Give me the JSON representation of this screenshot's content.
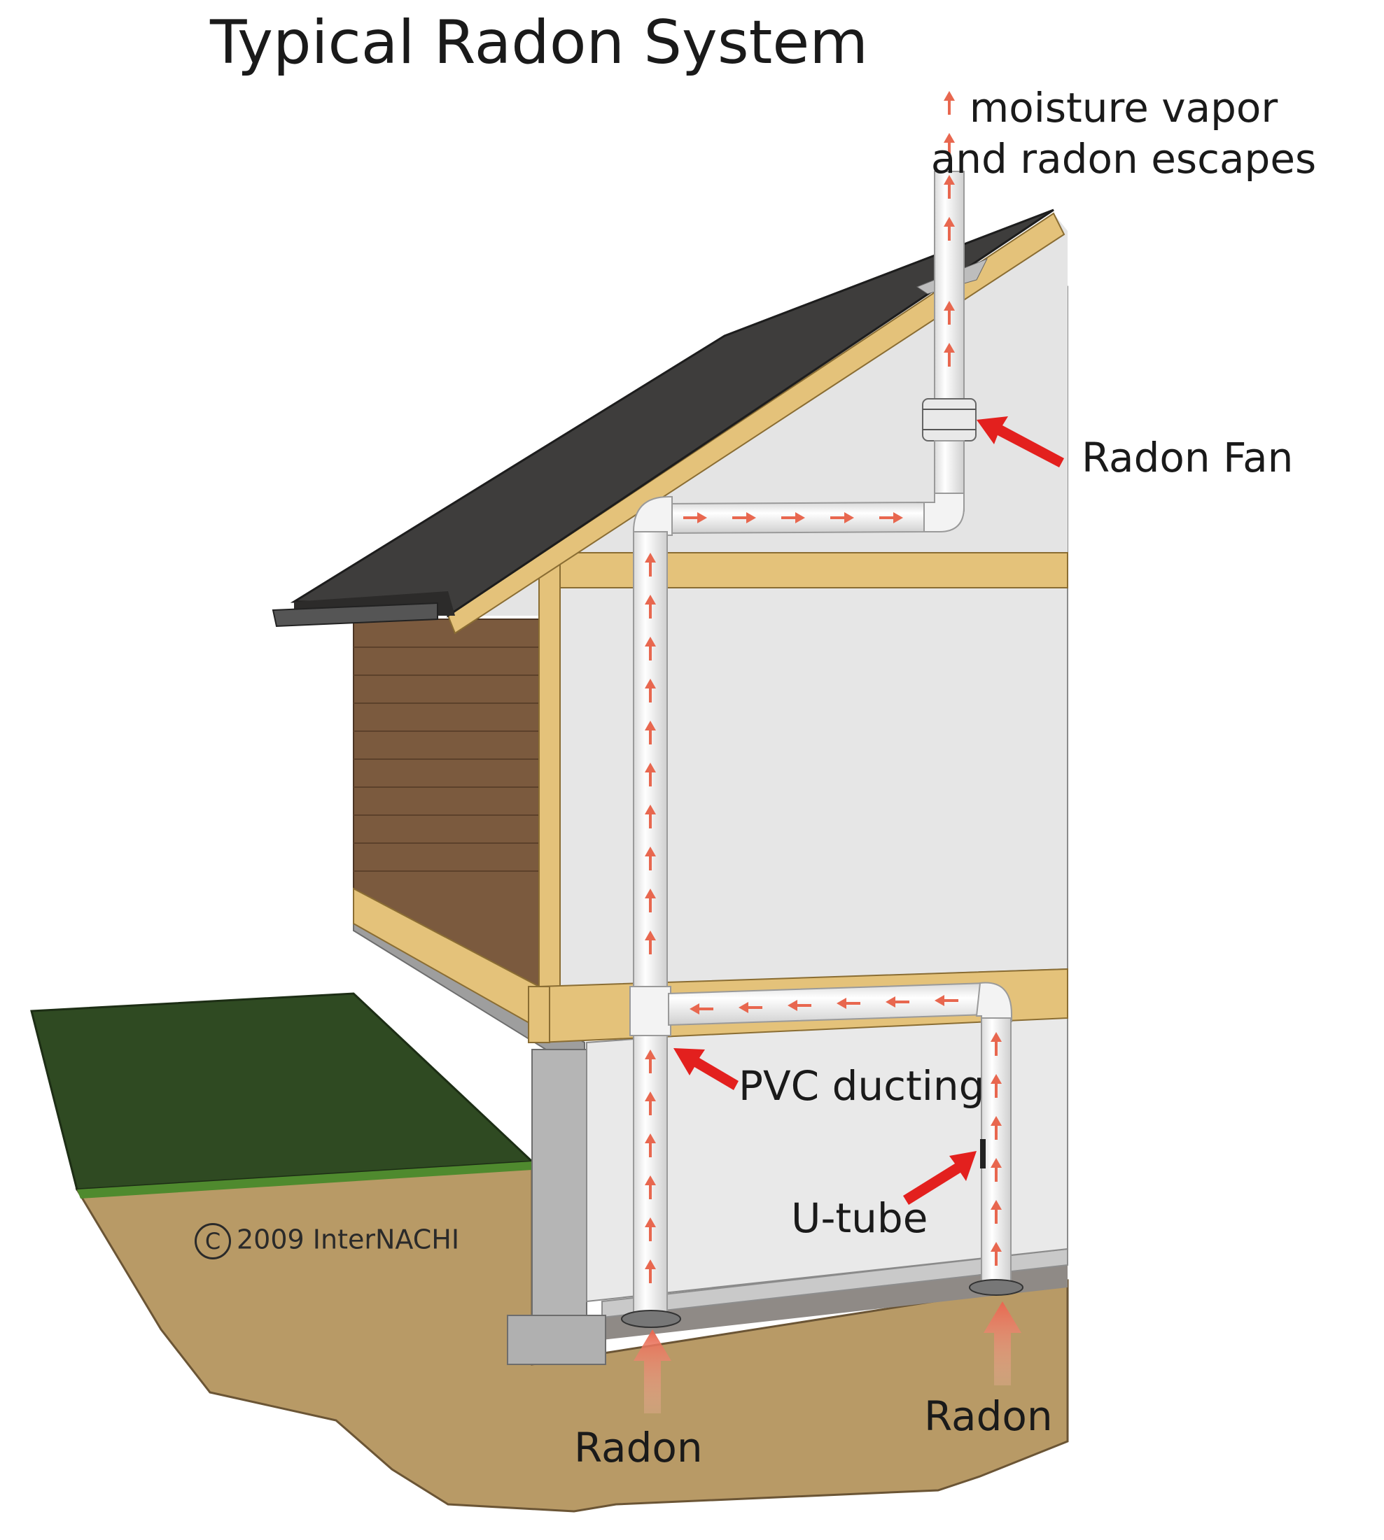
{
  "title": "Typical Radon System",
  "labels": {
    "moisture_line1": "moisture vapor",
    "moisture_line2": "and radon escapes",
    "radon_fan": "Radon Fan",
    "pvc_ducting": "PVC ducting",
    "u_tube": "U-tube",
    "radon_left": "Radon",
    "radon_right": "Radon"
  },
  "copyright": {
    "symbol": "C",
    "text": "2009  InterNACHI"
  },
  "colors": {
    "roof": "#3e3d3c",
    "lumber": "#e4c27a",
    "wall": "#e6e6e6",
    "siding": "#7b5a3e",
    "grass": "#2f4a22",
    "soil": "#b89a66",
    "concrete": "#a9a9a9",
    "pipe": "#ffffff",
    "flow_arrow": "#e8674f",
    "pointer_arrow": "#e3201e"
  }
}
